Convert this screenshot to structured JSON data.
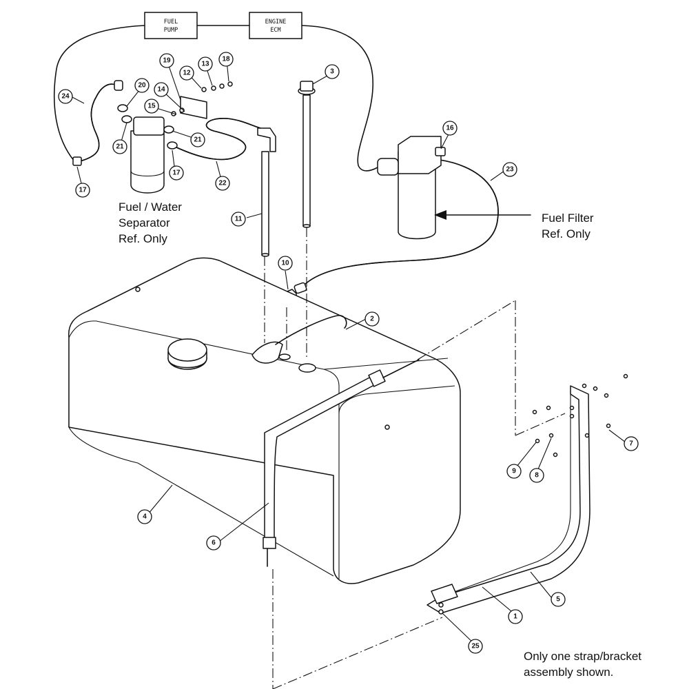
{
  "boxes": {
    "fuel_pump": [
      "FUEL",
      "PUMP"
    ],
    "engine_ecm": [
      "ENGINE",
      "ECM"
    ]
  },
  "notes": {
    "separator": [
      "Fuel / Water",
      "Separator",
      "Ref. Only"
    ],
    "filter": [
      "Fuel Filter",
      "Ref. Only"
    ],
    "assembly": [
      "Only one strap/bracket",
      "assembly shown."
    ]
  },
  "callouts": [
    "1",
    "2",
    "3",
    "4",
    "5",
    "6",
    "7",
    "8",
    "9",
    "10",
    "11",
    "12",
    "13",
    "14",
    "15",
    "16",
    "17",
    "17",
    "18",
    "19",
    "20",
    "21",
    "21",
    "22",
    "23",
    "24",
    "25"
  ]
}
